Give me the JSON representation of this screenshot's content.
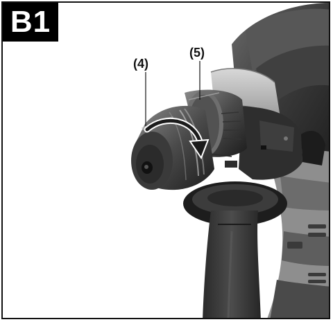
{
  "figure": {
    "badge": "B1",
    "callouts": {
      "part4": "(4)",
      "part5": "(5)"
    },
    "colors": {
      "badge_bg": "#000000",
      "badge_text": "#ffffff",
      "tool_dark": "#2a2a2a",
      "tool_mid": "#5a5a5a",
      "tool_light": "#9a9a9a"
    }
  }
}
